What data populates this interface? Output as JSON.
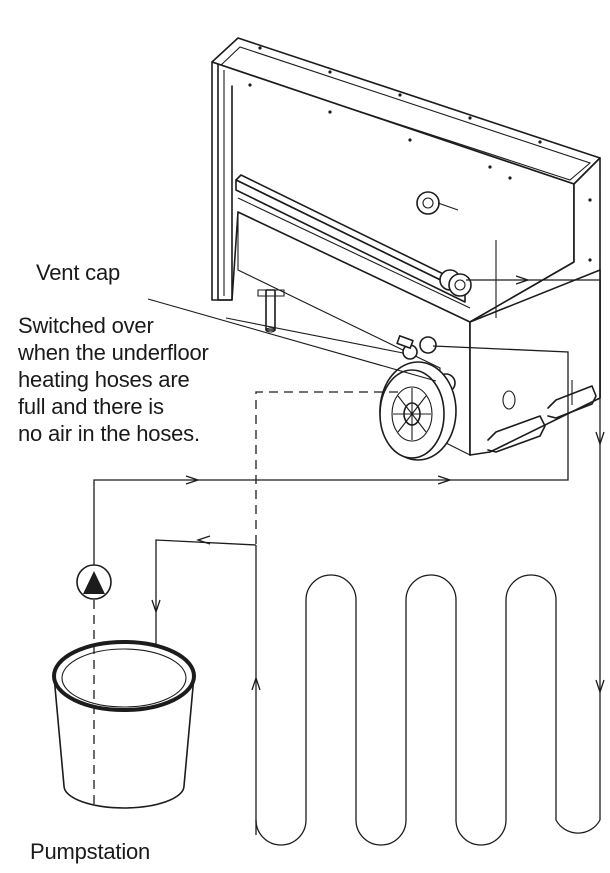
{
  "labels": {
    "vent_cap": "Vent cap",
    "switch_note": [
      "Switched over",
      "when the underfloor",
      "heating hoses are",
      "full and there is",
      "no air in the hoses."
    ],
    "pumpstation": "Pumpstation"
  },
  "colors": {
    "line": "#1c1c1c",
    "background": "#ffffff"
  },
  "icons": {
    "pump": "pump-triangle-icon",
    "flow_arrow": "flow-arrow-icon"
  }
}
